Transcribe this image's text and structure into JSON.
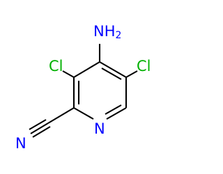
{
  "molecule": {
    "atoms": {
      "amino": {
        "symbol": "NH",
        "subscript": "2"
      },
      "chloro_left": {
        "symbol": "Cl"
      },
      "chloro_right": {
        "symbol": "Cl"
      },
      "ring_nitrogen": {
        "symbol": "N"
      },
      "nitrile_nitrogen": {
        "symbol": "N"
      }
    },
    "colors": {
      "nitrogen": "#0000ff",
      "chlorine": "#00b000",
      "bond": "#000000"
    }
  }
}
